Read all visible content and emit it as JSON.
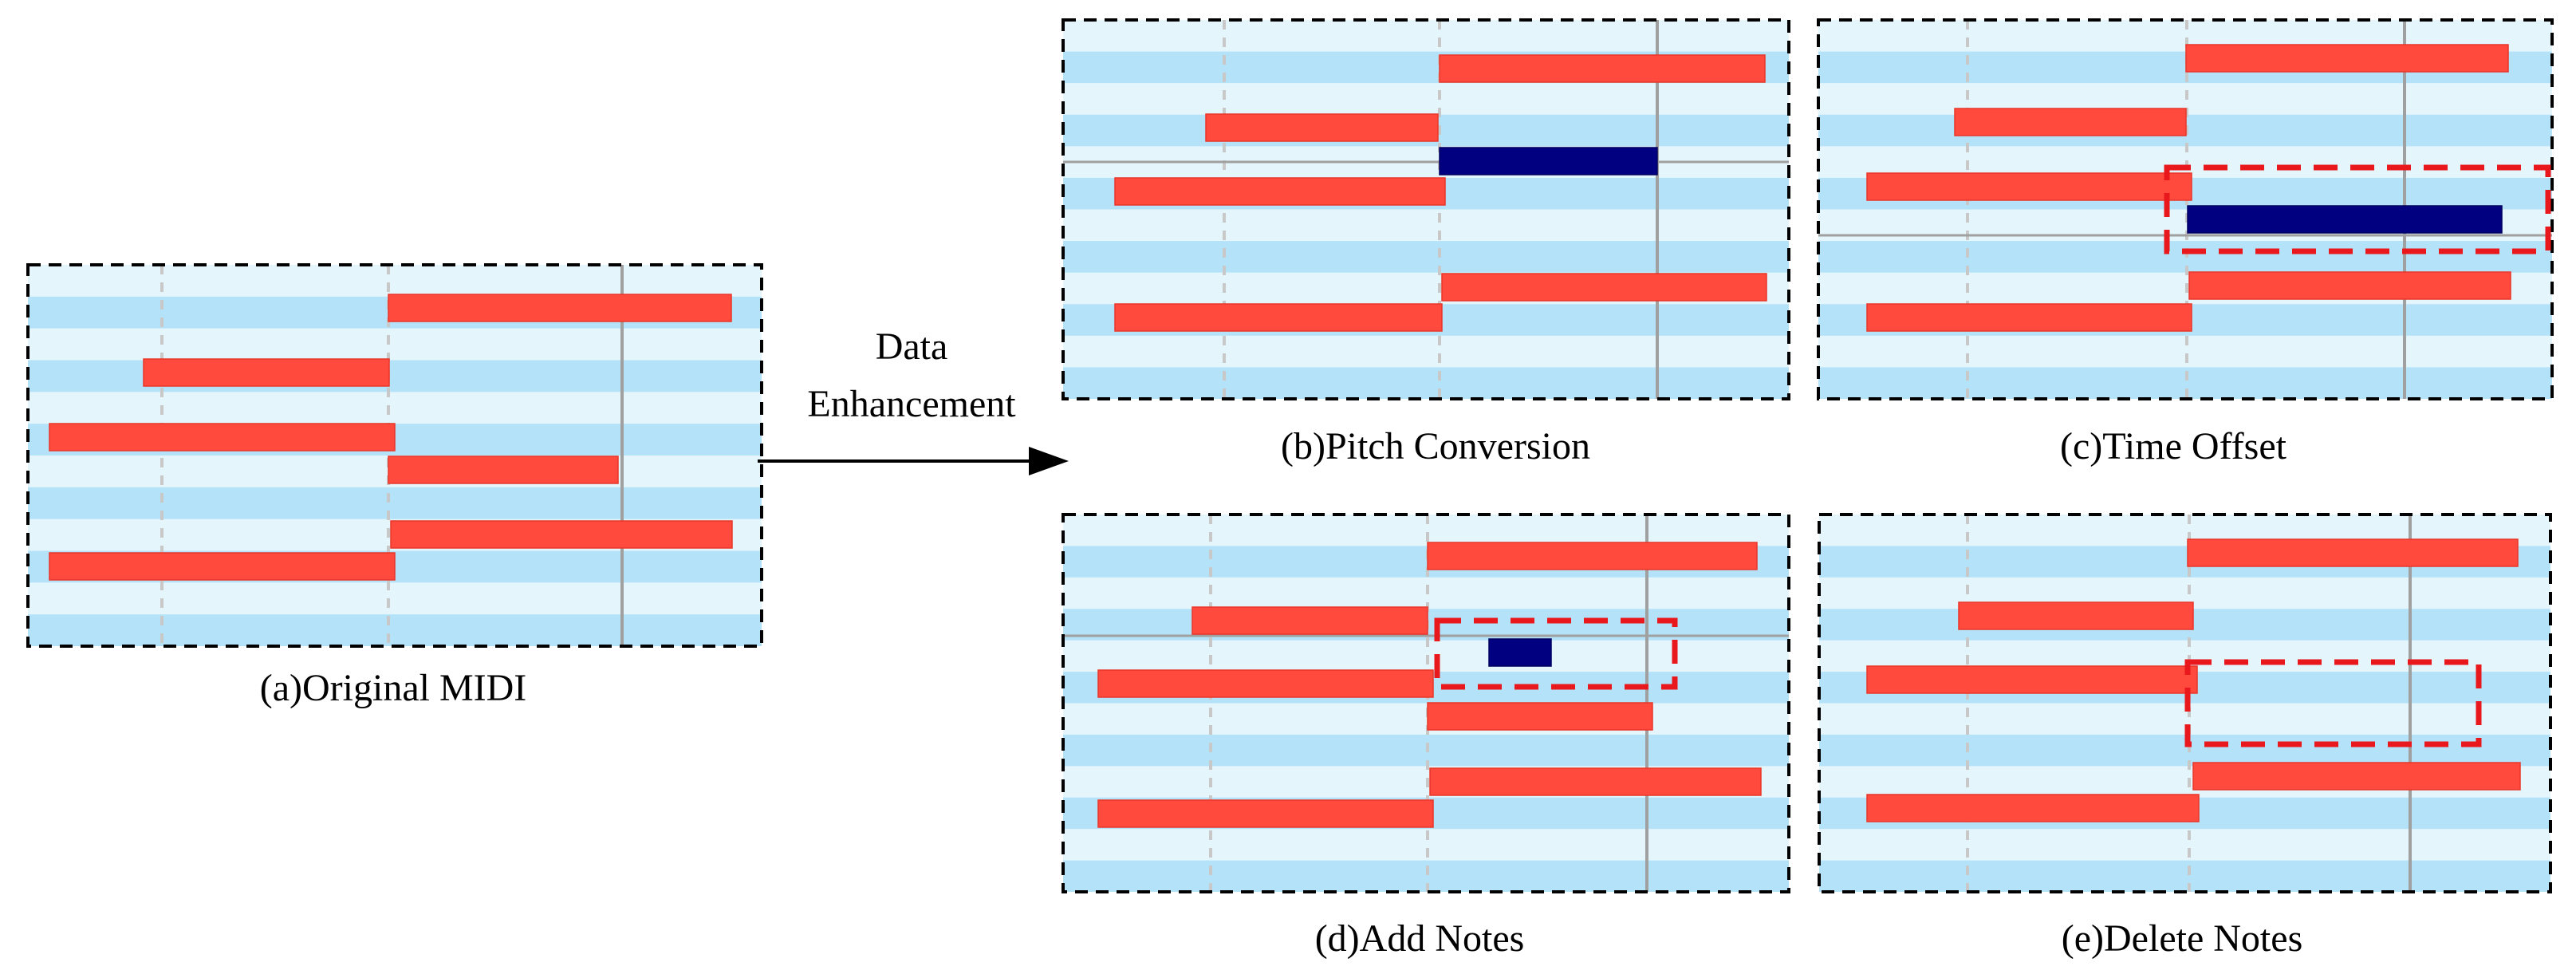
{
  "arrow": {
    "label_line1": "Data",
    "label_line2": "Enhancement"
  },
  "colors": {
    "row_light": "#e5f5fc",
    "row_dark": "#b4e3f9",
    "note_original": "#ff4a3d",
    "note_changed": "#000080",
    "highlight_box": "#e8181c",
    "panel_border": "#000000",
    "grid_dashed": "#c8c8c8",
    "grid_solid": "#a0a0a0"
  },
  "panels": [
    {
      "id": "a",
      "caption": "(a)Original MIDI",
      "icon": "piano-roll-icon",
      "notes": 6,
      "changed_notes": 0,
      "highlight": false
    },
    {
      "id": "b",
      "caption": "(b)Pitch Conversion",
      "icon": "piano-roll-icon",
      "notes": 6,
      "changed_notes": 1,
      "highlight": false
    },
    {
      "id": "c",
      "caption": "(c)Time Offset",
      "icon": "piano-roll-icon",
      "notes": 6,
      "changed_notes": 1,
      "highlight": true
    },
    {
      "id": "d",
      "caption": "(d)Add Notes",
      "icon": "piano-roll-icon",
      "notes": 7,
      "changed_notes": 1,
      "highlight": true
    },
    {
      "id": "e",
      "caption": "(e)Delete Notes",
      "icon": "piano-roll-icon",
      "notes": 5,
      "changed_notes": 0,
      "highlight": true
    }
  ]
}
